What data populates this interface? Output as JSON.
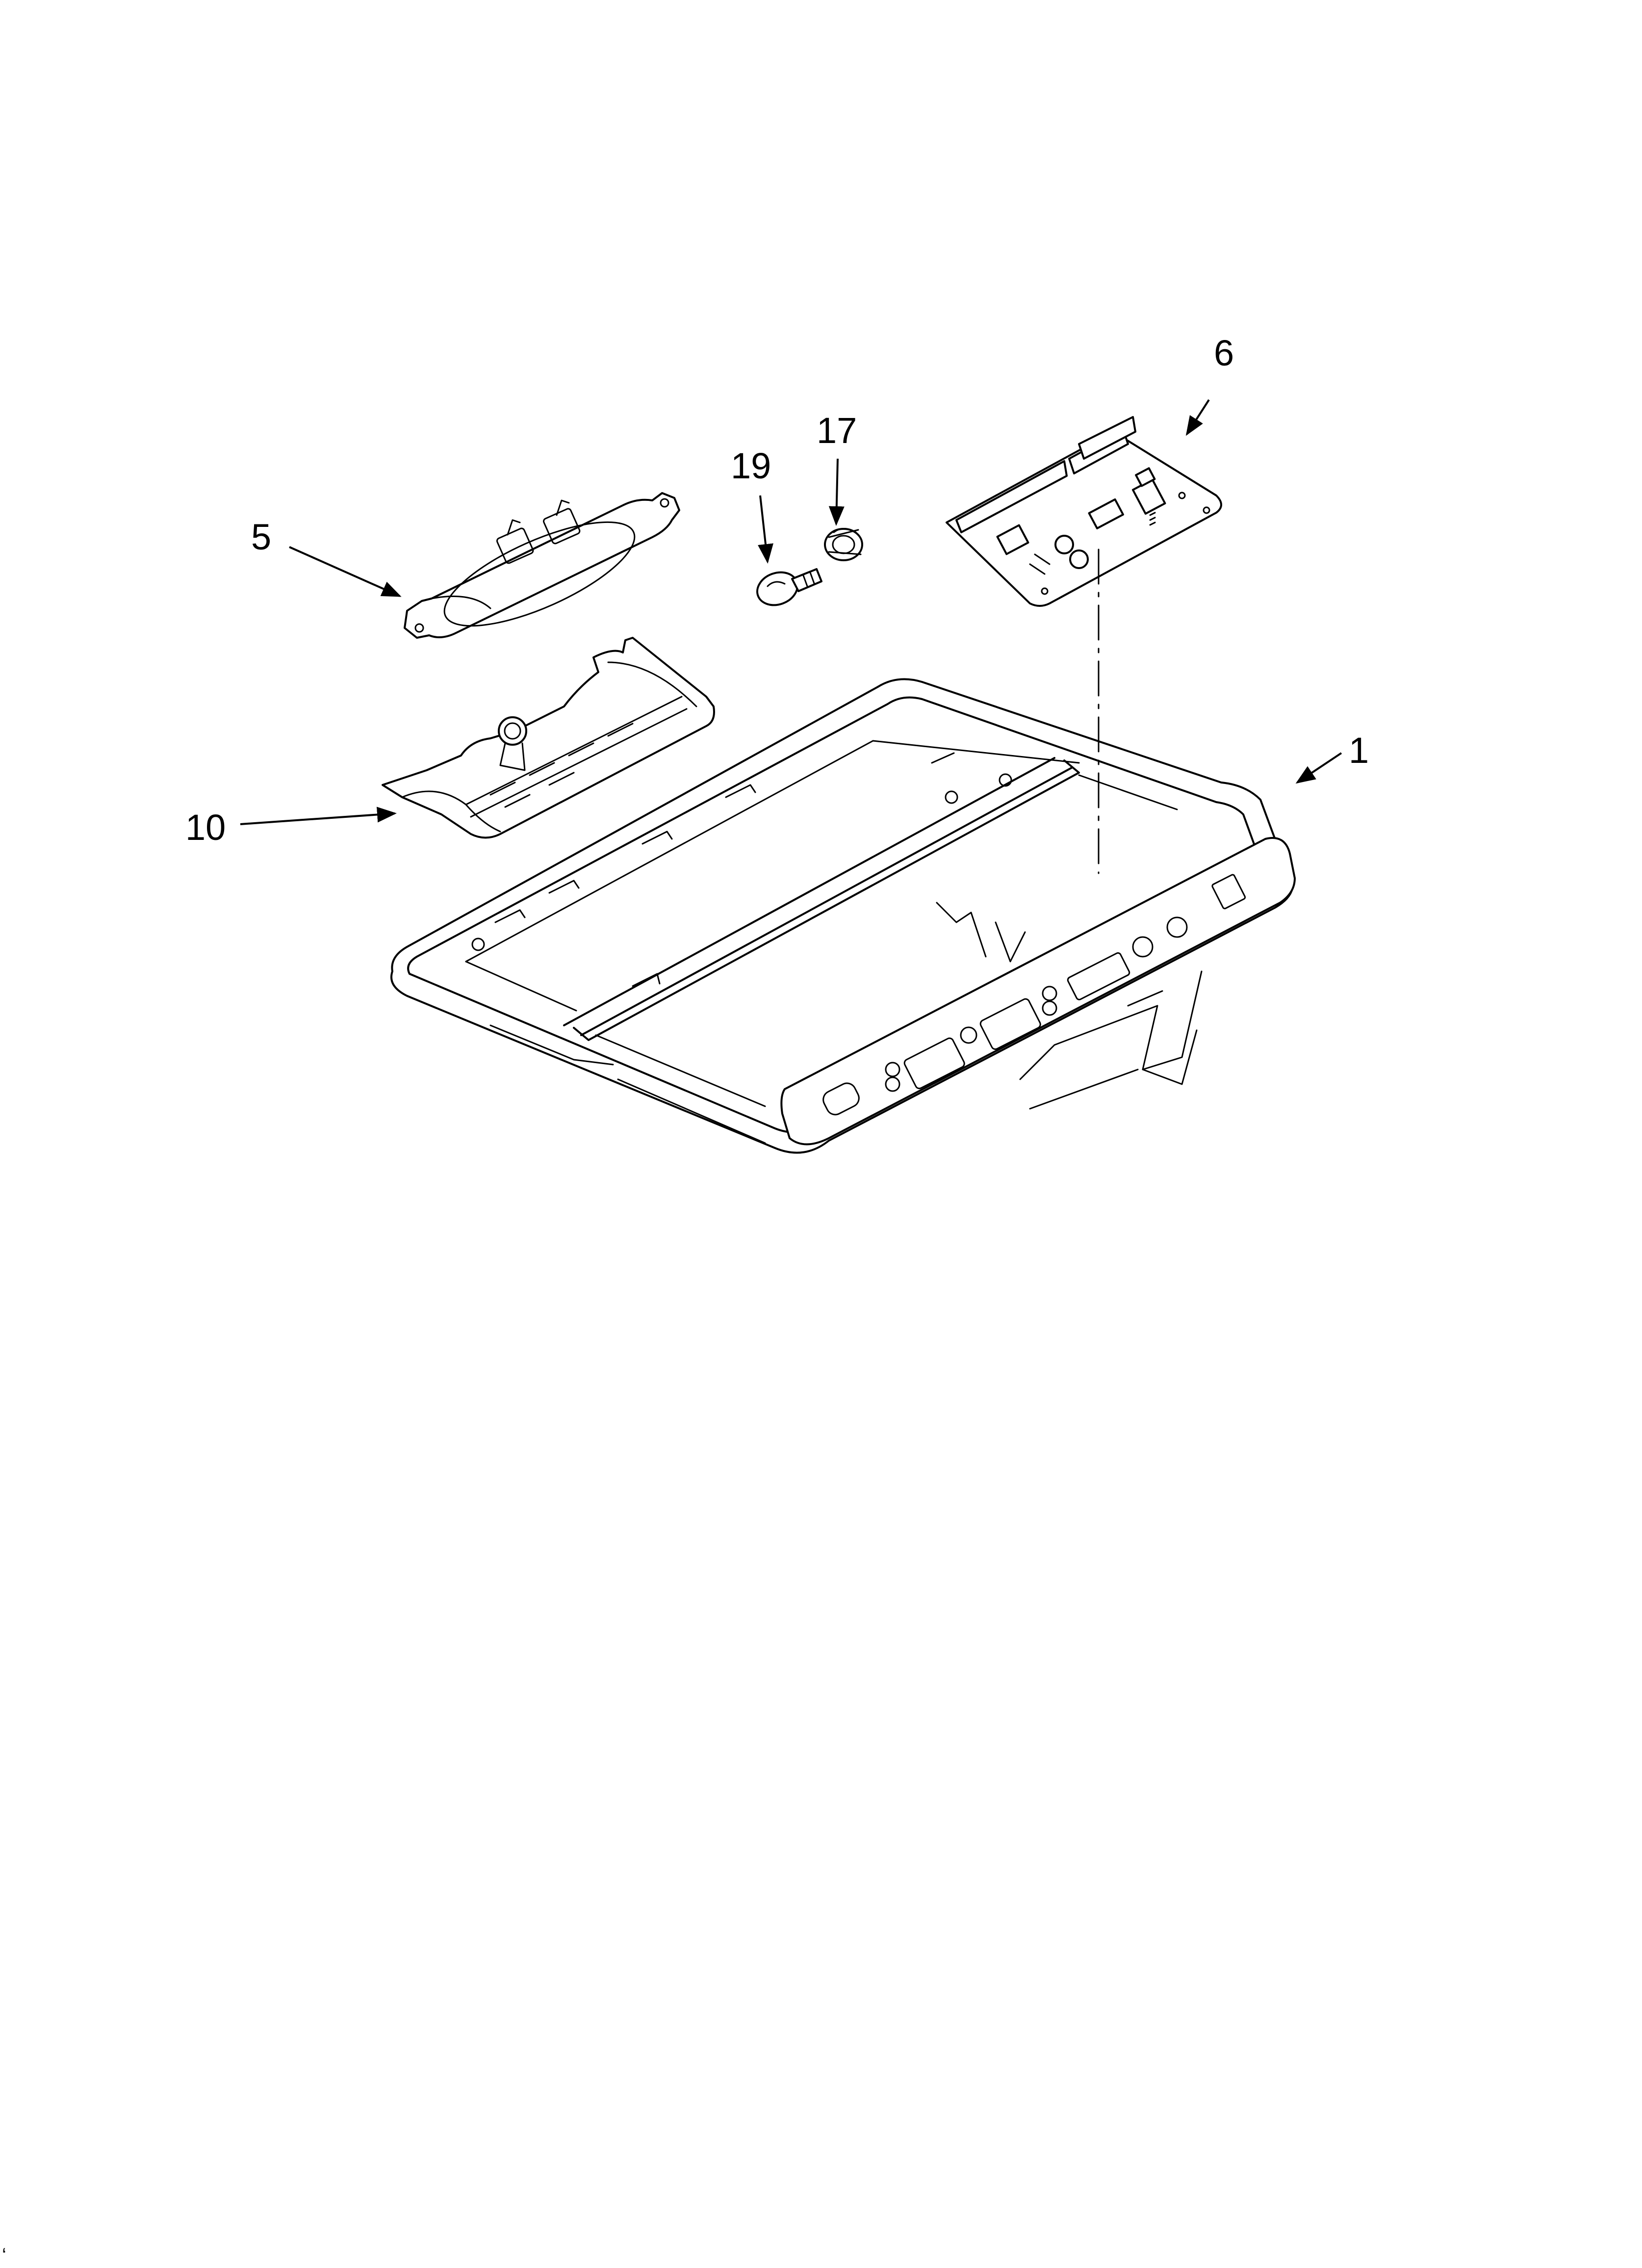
{
  "callouts": {
    "part_1": "1",
    "part_5": "5",
    "part_6": "6",
    "part_10": "10",
    "part_17": "17",
    "part_19": "19"
  },
  "corner_mark": "‘"
}
